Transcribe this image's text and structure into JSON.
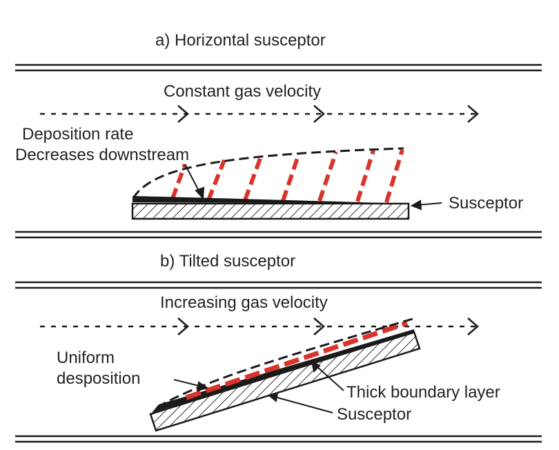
{
  "colors": {
    "ink": "#1a1a1a",
    "deposit": "#d9342b",
    "background": "#ffffff"
  },
  "panel_a": {
    "title": "a) Horizontal susceptor",
    "flow_label": "Constant gas velocity",
    "deposition_label_line1": "Deposition rate",
    "deposition_label_line2": "Decreases downstream",
    "susceptor_label": "Susceptor"
  },
  "panel_b": {
    "title": "b) Tilted susceptor",
    "flow_label": "Increasing gas velocity",
    "uniform_label_line1": "Uniform",
    "uniform_label_line2": "desposition",
    "boundary_label": "Thick boundary layer",
    "susceptor_label": "Susceptor"
  }
}
